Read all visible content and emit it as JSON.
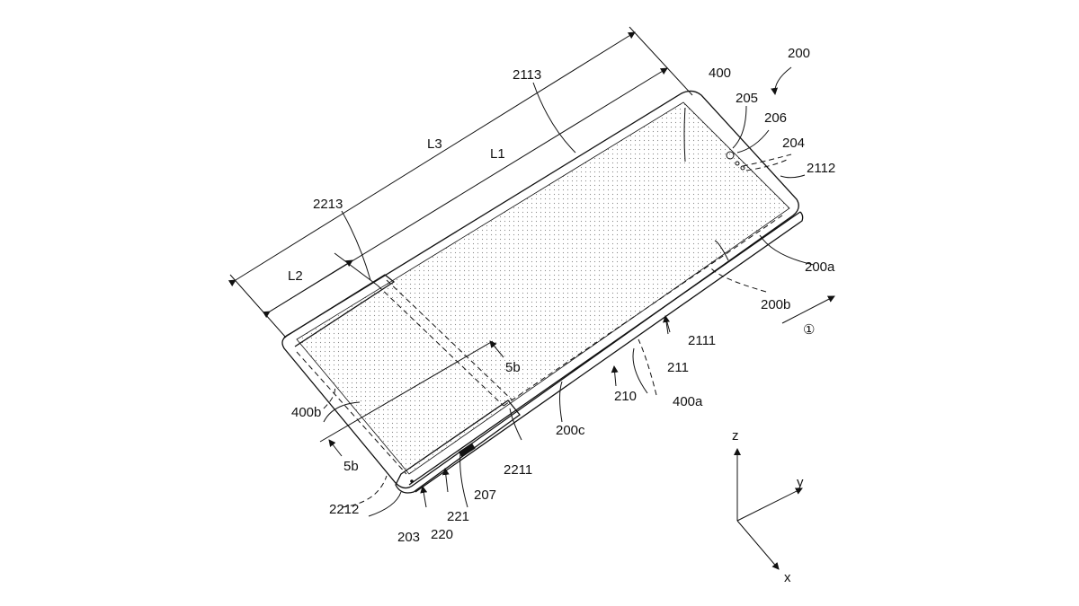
{
  "figure": {
    "labels": {
      "device": "200",
      "display": "400",
      "l205": "205",
      "l206": "206",
      "l204": "204",
      "l2112": "2112",
      "l2113": "2113",
      "L3": "L3",
      "L1": "L1",
      "L2": "L2",
      "l2213": "2213",
      "l200a": "200a",
      "l200b": "200b",
      "direction": "①",
      "l2111": "2111",
      "l211": "211",
      "l210": "210",
      "l400a": "400a",
      "l200c": "200c",
      "section_top": "5b",
      "section_bottom": "5b",
      "l400b": "400b",
      "l2211": "2211",
      "l207": "207",
      "l221": "221",
      "l220": "220",
      "l203": "203",
      "l2212": "2212"
    },
    "axes": {
      "z": "z",
      "y": "y",
      "x": "x"
    }
  }
}
